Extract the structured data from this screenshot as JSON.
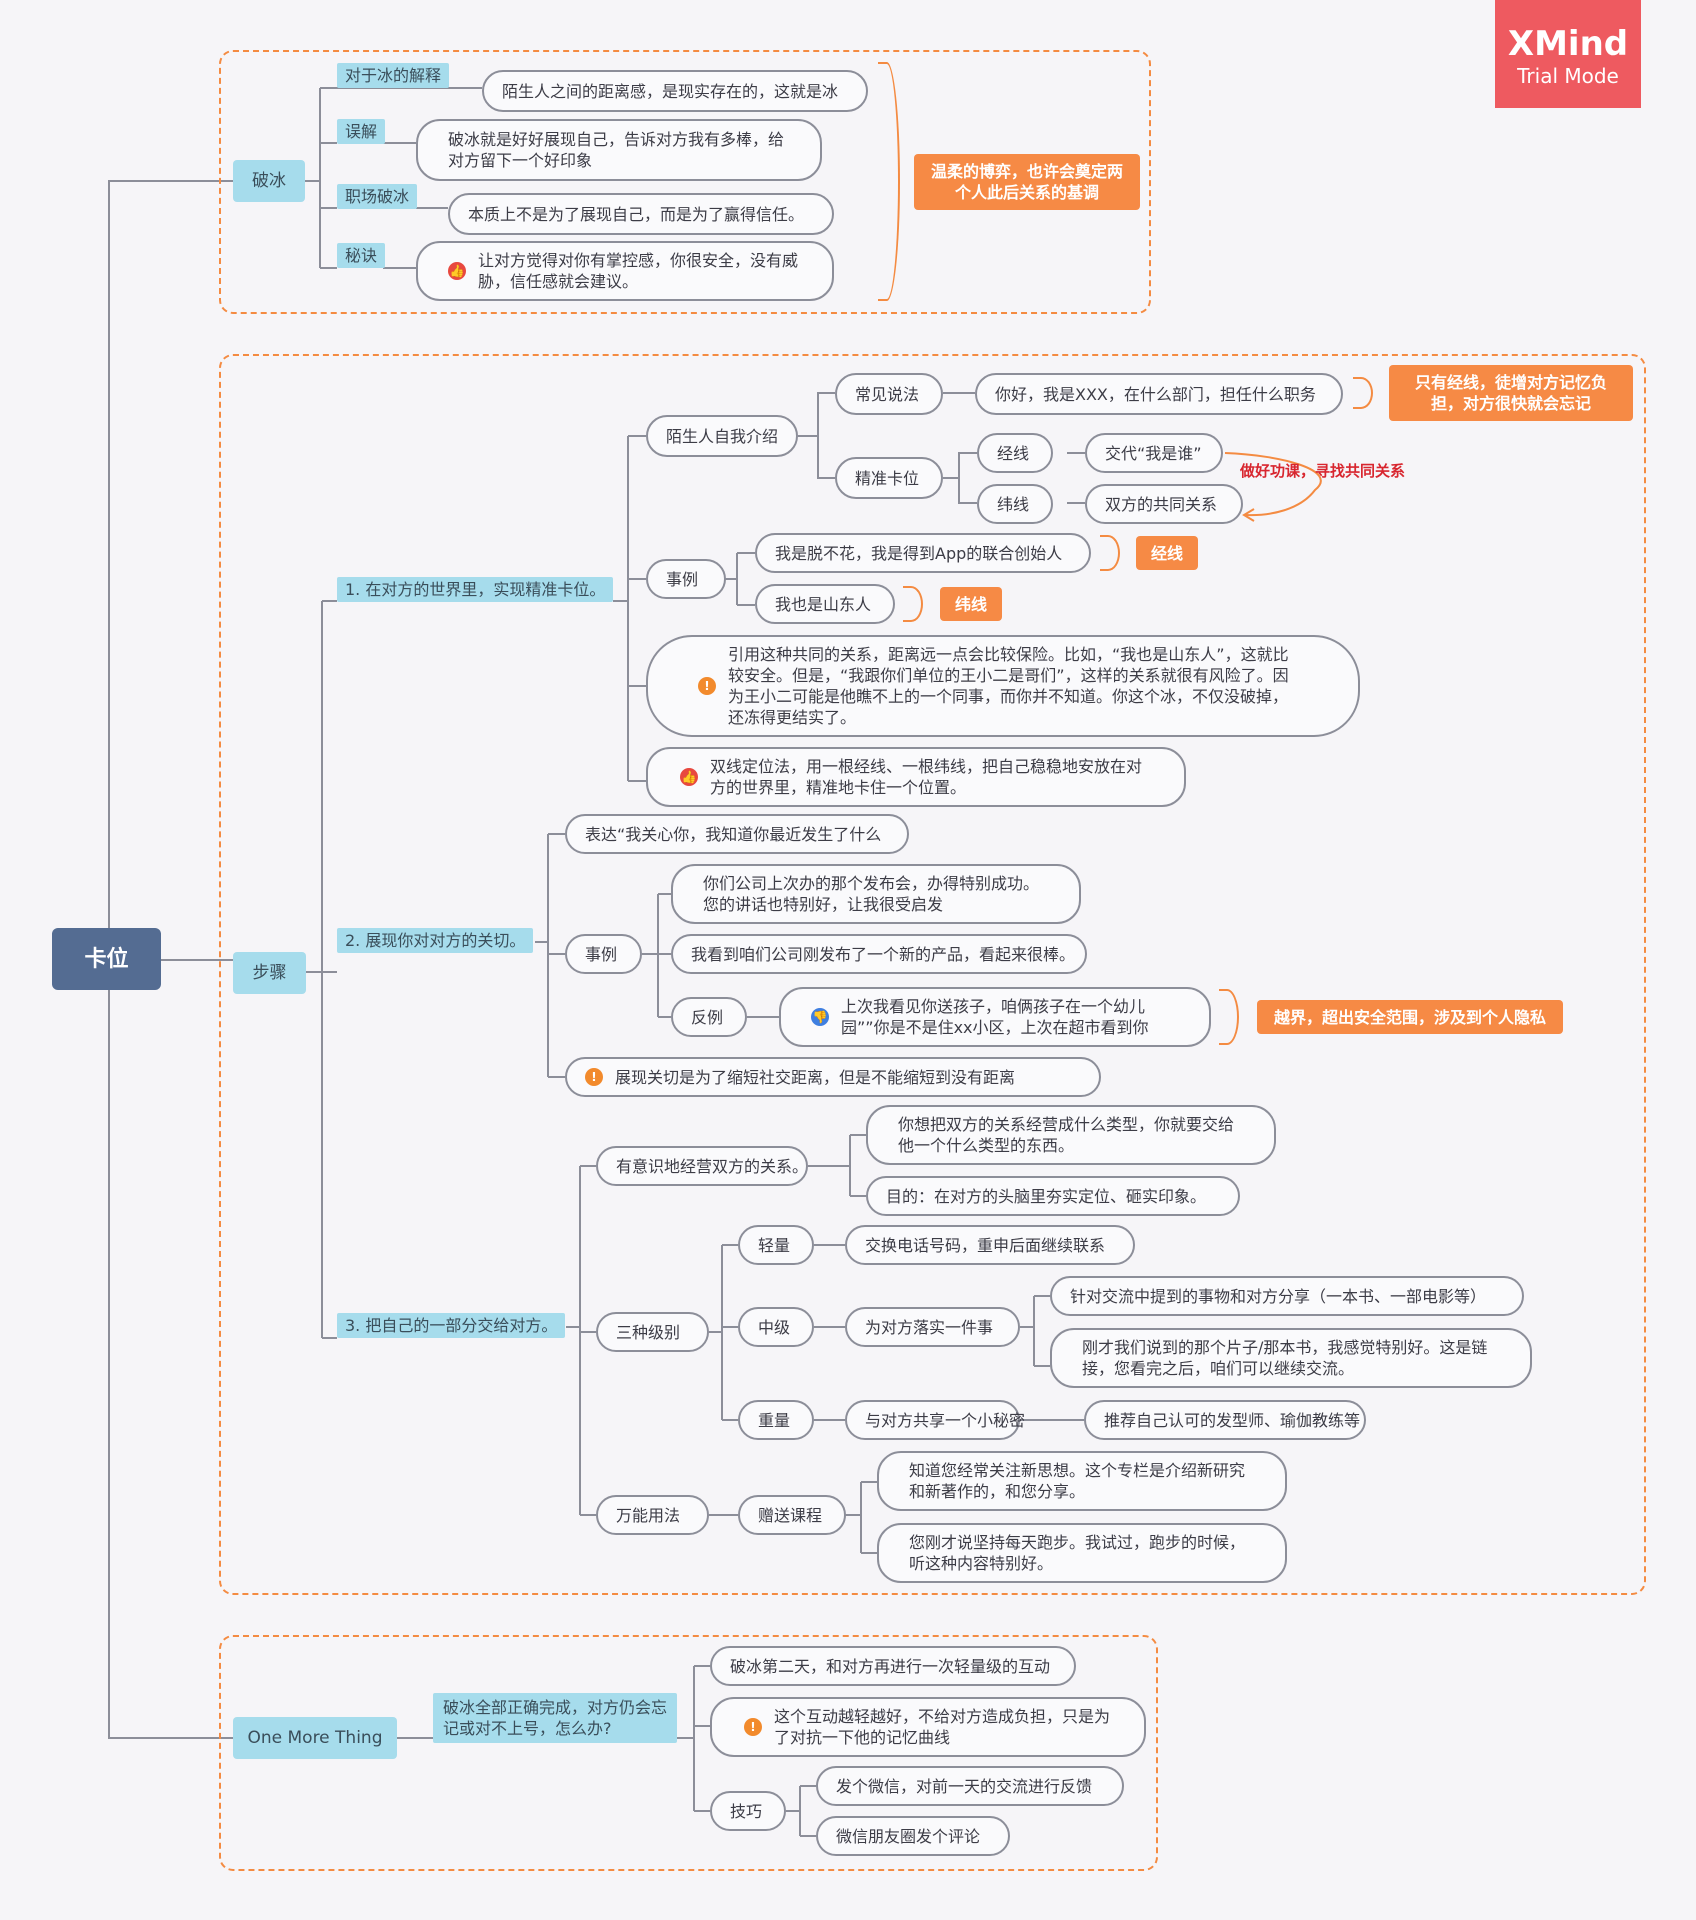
{
  "watermark": {
    "brand": "XMind",
    "mode": "Trial Mode"
  },
  "root": "卡位",
  "icebreak": {
    "title": "破冰",
    "items": [
      {
        "label": "对于冰的解释",
        "text": "陌生人之间的距离感，是现实存在的，这就是冰"
      },
      {
        "label": "误解",
        "text": "破冰就是好好展现自己，告诉对方我有多棒，给对方留下一个好印象"
      },
      {
        "label": "职场破冰",
        "text": "本质上不是为了展现自己，而是为了赢得信任。"
      },
      {
        "label": "秘诀",
        "text": "让对方觉得对你有掌控感，你很安全，没有威胁，信任感就会建议。"
      }
    ],
    "summary": "温柔的博弈，也许会奠定两个人此后关系的基调"
  },
  "steps": {
    "title": "步骤",
    "s1": {
      "label": "1. 在对方的世界里，实现精准卡位。",
      "intro": "陌生人自我介绍",
      "common": "常见说法",
      "common_text": "你好，我是XXX，在什么部门，担任什么职务",
      "common_note": "只有经线，徒增对方记忆负担，对方很快就会忘记",
      "precise": "精准卡位",
      "jing": "经线",
      "jing_text": "交代“我是谁”",
      "wei": "纬线",
      "wei_text": "双方的共同关系",
      "red_note": "做好功课，寻找共同关系",
      "example": "事例",
      "ex1": "我是脱不花，我是得到App的联合创始人",
      "ex1_tag": "经线",
      "ex2": "我也是山东人",
      "ex2_tag": "纬线",
      "warn": "引用这种共同的关系，距离远一点会比较保险。比如，“我也是山东人”，这就比较安全。但是，“我跟你们单位的王小二是哥们”，这样的关系就很有风险了。因为王小二可能是他瞧不上的一个同事，而你并不知道。你这个冰，不仅没破掉，还冻得更结实了。",
      "tip": "双线定位法，用一根经线、一根纬线，把自己稳稳地安放在对方的世界里，精准地卡住一个位置。"
    },
    "s2": {
      "label": "2. 展现你对对方的关切。",
      "express": "表达“我关心你，我知道你最近发生了什么",
      "example": "事例",
      "ex1": "你们公司上次办的那个发布会，办得特别成功。您的讲话也特别好，让我很受启发",
      "ex2": "我看到咱们公司刚发布了一个新的产品，看起来很棒。",
      "counter": "反例",
      "counter_text": "上次我看见你送孩子，咱俩孩子在一个幼儿园””你是不是住xx小区，上次在超市看到你",
      "counter_note": "越界，超出安全范围，涉及到个人隐私",
      "warn": "展现关切是为了缩短社交距离，但是不能缩短到没有距离"
    },
    "s3": {
      "label": "3. 把自己的一部分交给对方。",
      "conscious": "有意识地经营双方的关系。",
      "c1": "你想把双方的关系经营成什么类型，你就要交给他一个什么类型的东西。",
      "c2": "目的：在对方的头脑里夯实定位、砸实印象。",
      "levels": "三种级别",
      "light": "轻量",
      "light_text": "交换电话号码，重申后面继续联系",
      "medium": "中级",
      "medium_text": "为对方落实一件事",
      "m1": "针对交流中提到的事物和对方分享（一本书、一部电影等）",
      "m2": "刚才我们说到的那个片子/那本书，我感觉特别好。这是链接，您看完之后，咱们可以继续交流。",
      "heavy": "重量",
      "heavy_text": "与对方共享一个小秘密",
      "heavy_sub": "推荐自己认可的发型师、瑜伽教练等",
      "universal": "万能用法",
      "gift": "赠送课程",
      "g1": "知道您经常关注新思想。这个专栏是介绍新研究和新著作的，和您分享。",
      "g2": "您刚才说坚持每天跑步。我试过，跑步的时候，听这种内容特别好。"
    }
  },
  "omt": {
    "title": "One More Thing",
    "question": "破冰全部正确完成，对方仍会忘记或对不上号，怎么办?",
    "a1": "破冰第二天，和对方再进行一次轻量级的互动",
    "a2": "这个互动越轻越好，不给对方造成负担，只是为了对抗一下他的记忆曲线",
    "skill": "技巧",
    "k1": "发个微信，对前一天的交流进行反馈",
    "k2": "微信朋友圈发个评论"
  },
  "colors": {
    "accent": "#f68a45",
    "root": "#546c92",
    "label": "#a6dcec",
    "line": "#8c8e99",
    "red": "#d8262f"
  }
}
